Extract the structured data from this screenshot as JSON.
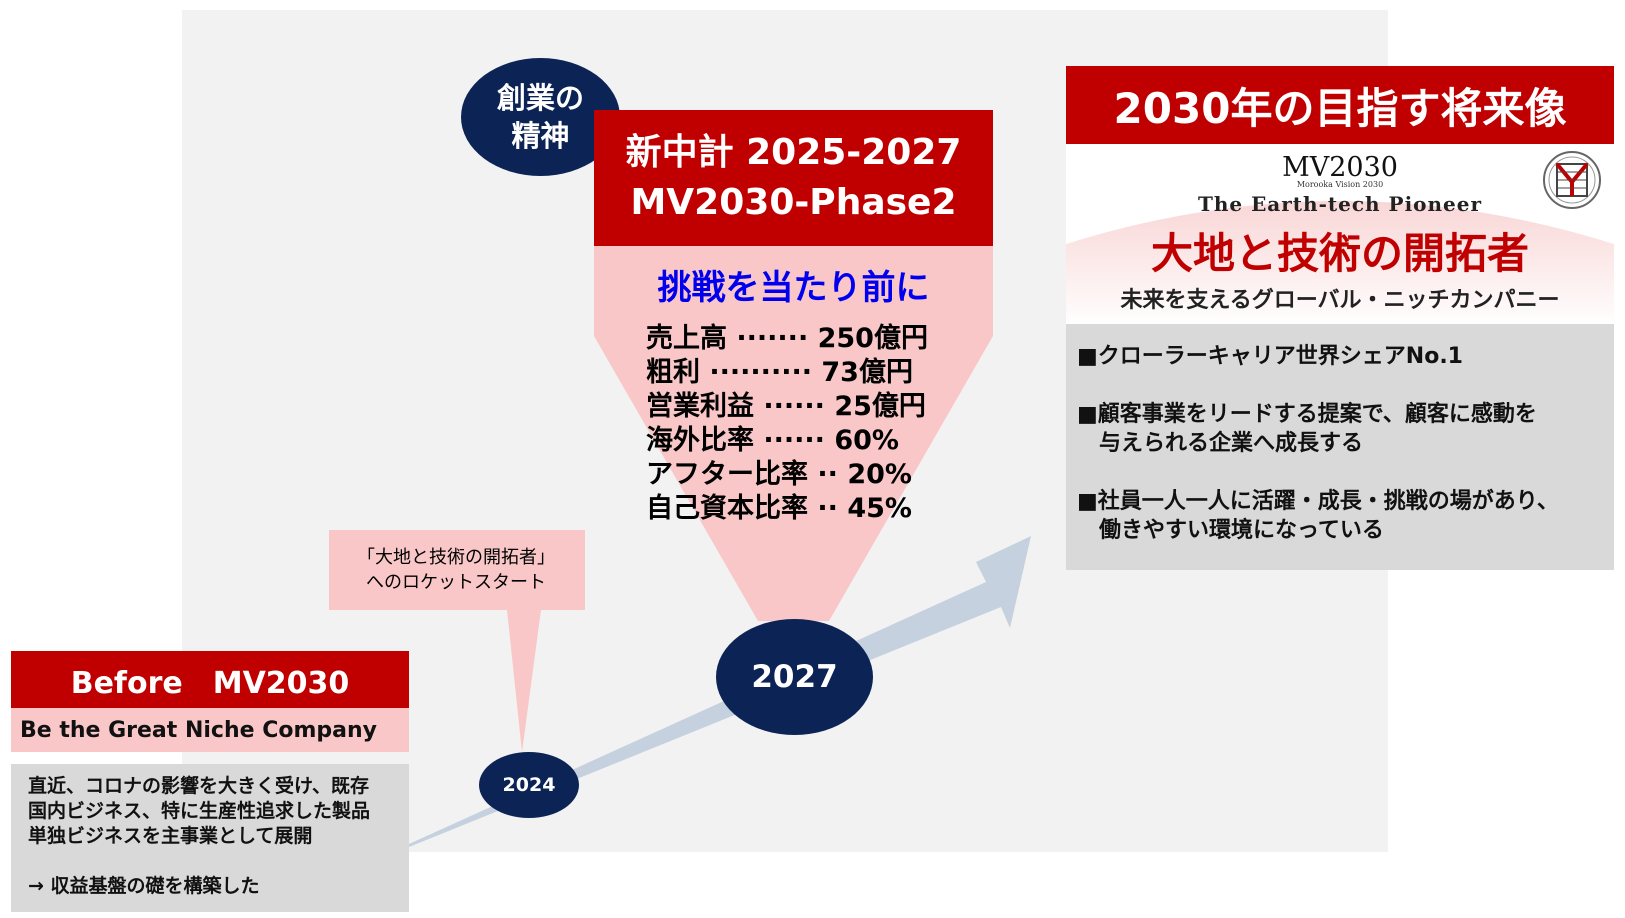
{
  "founding_spirit": {
    "line1": "創業の",
    "line2": "精神"
  },
  "milestones": {
    "year_2027": "2027",
    "year_2024": "2024"
  },
  "phase2": {
    "title_line1": "新中計 2025-2027",
    "title_line2": "MV2030-Phase2",
    "tagline": "挑戦を当たり前に",
    "metrics": [
      "売上高 ······· 250億円",
      "粗利 ·········· 73億円",
      "営業利益 ······ 25億円",
      "海外比率 ······ 60%",
      "アフター比率 ·· 20%",
      "自己資本比率 ·· 45%"
    ]
  },
  "callout": {
    "line1": "「大地と技術の開拓者」",
    "line2": "へのロケットスタート"
  },
  "before": {
    "header": "Before　MV2030",
    "subtitle": "Be the Great Niche Company",
    "body_lines": [
      "直近、コロナの影響を大きく受け、既存",
      "国内ビジネス、特に生産性追求した製品",
      "単独ビジネスを主事業として展開",
      "",
      "→ 収益基盤の礎を構築した"
    ]
  },
  "vision": {
    "header": "2030年の目指す将来像",
    "logo": "MV2030",
    "logo_sub": "Morooka Vision 2030",
    "pioneer_en": "The Earth-tech Pioneer",
    "pioneer_jp": "大地と技術の開拓者",
    "tagline": "未来を支えるグローバル・ニッチカンパニー",
    "items": [
      {
        "line1": "■クローラーキャリア世界シェアNo.1",
        "line2": ""
      },
      {
        "line1": "■顧客事業をリードする提案で、顧客に感動を",
        "line2": "与えられる企業へ成長する"
      },
      {
        "line1": "■社員一人一人に活躍・成長・挑戦の場があり、",
        "line2": "働きやすい環境になっている"
      }
    ]
  },
  "colors": {
    "navy": "#0c2356",
    "red": "#c00000",
    "pink": "#f9c7c7",
    "gray": "#d9d9d9",
    "arrow": "#c5d1df"
  }
}
